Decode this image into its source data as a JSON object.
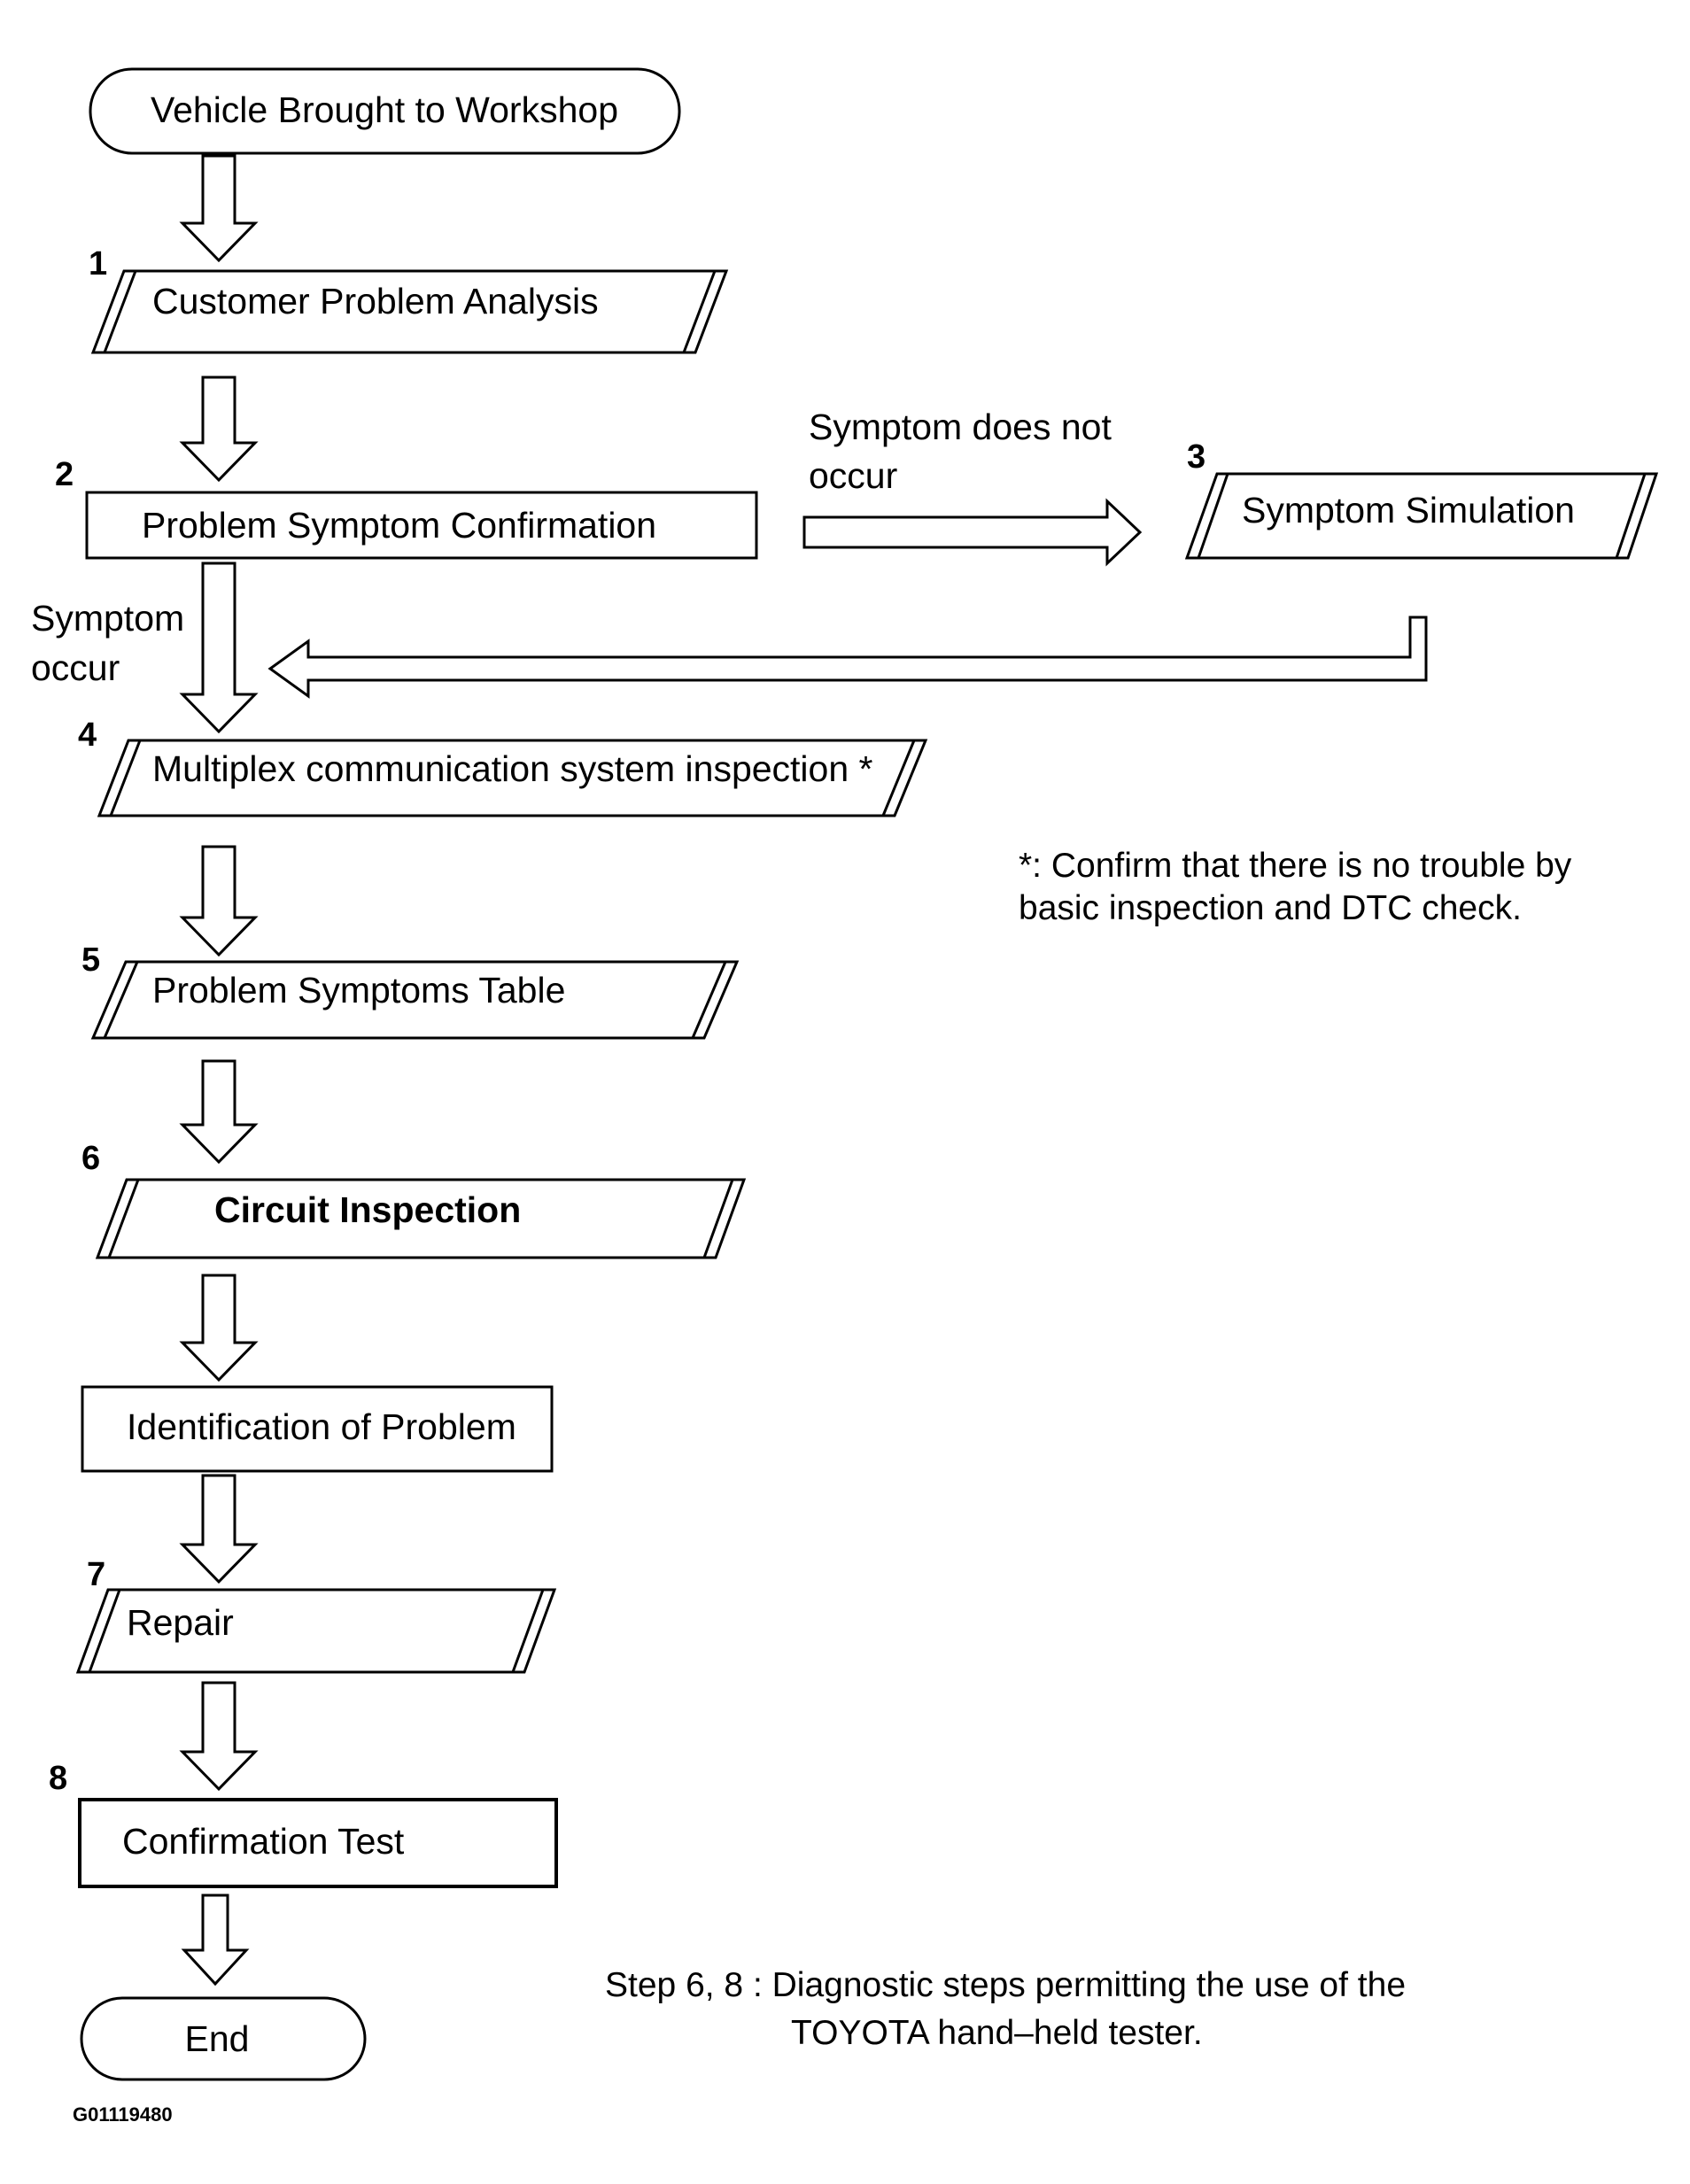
{
  "start_node": {
    "label": "Vehicle Brought to Workshop"
  },
  "steps": [
    {
      "number": "1",
      "label": "Customer Problem Analysis"
    },
    {
      "number": "2",
      "label": "Problem Symptom Confirmation"
    },
    {
      "number": "3",
      "label": "Symptom Simulation"
    },
    {
      "number": "4",
      "label": "Multiplex communication system inspection *"
    },
    {
      "number": "5",
      "label": "Problem Symptoms Table"
    },
    {
      "number": "6",
      "label": "Circuit Inspection"
    },
    {
      "number": "",
      "label": "Identification of Problem"
    },
    {
      "number": "7",
      "label": "Repair"
    },
    {
      "number": "8",
      "label": "Confirmation Test"
    }
  ],
  "end_node": {
    "label": "End"
  },
  "branches": {
    "not_occur_line1": "Symptom does not",
    "not_occur_line2": "occur",
    "occur_line1": "Symptom",
    "occur_line2": "occur"
  },
  "notes": {
    "asterisk_line1": "*: Confirm that there is no trouble by",
    "asterisk_line2": "basic inspection and DTC check.",
    "tester_line1": "Step 6, 8 : Diagnostic steps permitting the use of the",
    "tester_line2": "TOYOTA hand–held tester."
  },
  "figure_id": "G01119480"
}
